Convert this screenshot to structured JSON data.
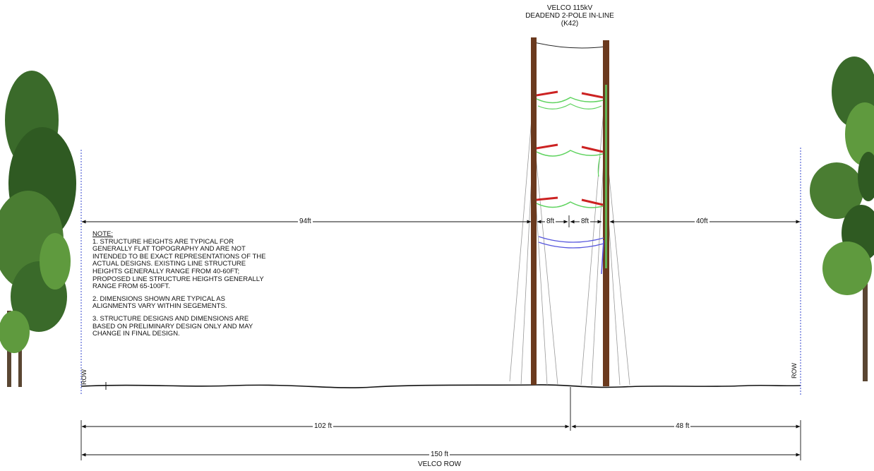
{
  "structure": {
    "title_line1": "VELCO 115kV",
    "title_line2": "DEADEND 2-POLE IN-LINE",
    "title_line3": "(K42)"
  },
  "dimensions": {
    "left_offset": "94ft",
    "pole_gap_left": "8ft",
    "pole_gap_right": "8ft",
    "right_offset": "40ft",
    "bottom_left": "102 ft",
    "bottom_right": "48 ft",
    "total": "150 ft",
    "total_caption": "VELCO ROW"
  },
  "row_labels": {
    "left": "ROW",
    "right": "ROW"
  },
  "notes": {
    "heading": "NOTE:",
    "note1": "1. STRUCTURE HEIGHTS ARE TYPICAL FOR GENERALLY FLAT TOPOGRAPHY AND ARE NOT INTENDED TO BE EXACT REPRESENTATIONS OF THE ACTUAL DESIGNS. EXISTING LINE STRUCTURE HEIGHTS GENERALLY RANGE FROM 40-60FT; PROPOSED LINE STRUCTURE HEIGHTS GENERALLY RANGE FROM 65-100FT.",
    "note2": "2. DIMENSIONS SHOWN ARE TYPICAL AS ALIGNMENTS VARY WITHIN SEGEMENTS.",
    "note3": "3. STRUCTURE DESIGNS AND DIMENSIONS ARE BASED ON PRELIMINARY DESIGN ONLY AND MAY CHANGE IN FINAL DESIGN."
  },
  "colors": {
    "pole": "#6b3a1e",
    "conductor": "#5fd35f",
    "insulator": "#cc2222",
    "shield_wire": "#5555dd",
    "tree_dark": "#2f5a22",
    "tree_light": "#5f9a3e",
    "dimension_line": "#111111",
    "row_line": "#3344cc"
  }
}
